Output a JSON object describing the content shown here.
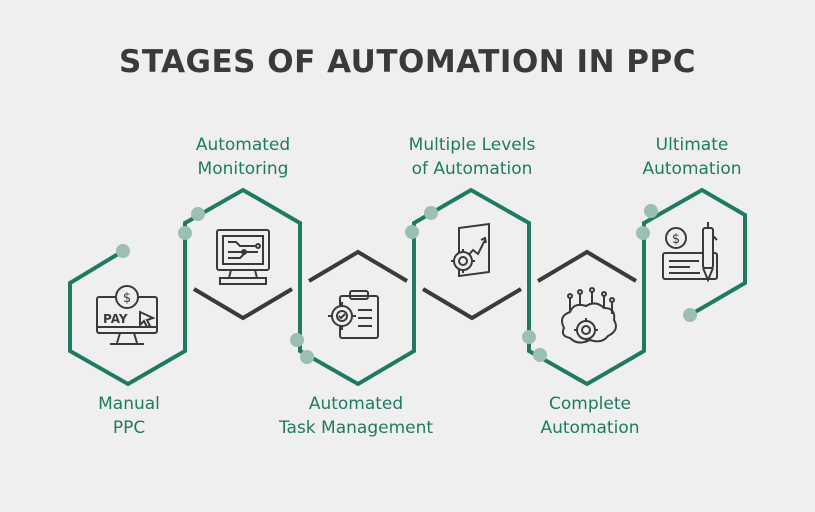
{
  "title": "STAGES OF AUTOMATION IN PPC",
  "colors": {
    "background": "#efefef",
    "accent": "#1f7a64",
    "dark": "#3a3a3a",
    "dot": "#9bbfb1",
    "icon": "#3a3a3a"
  },
  "stages": [
    {
      "lines": [
        "Manual",
        "PPC"
      ],
      "icon": "pay-monitor-icon"
    },
    {
      "lines": [
        "Automated",
        "Monitoring"
      ],
      "icon": "monitor-circuit-icon"
    },
    {
      "lines": [
        "Automated",
        "Task Management"
      ],
      "icon": "clipboard-gear-icon"
    },
    {
      "lines": [
        "Multiple Levels",
        "of Automation"
      ],
      "icon": "document-chart-gear-icon"
    },
    {
      "lines": [
        "Complete",
        "Automation"
      ],
      "icon": "brain-gear-icon"
    },
    {
      "lines": [
        "Ultimate",
        "Automation"
      ],
      "icon": "cheque-pen-icon"
    }
  ]
}
